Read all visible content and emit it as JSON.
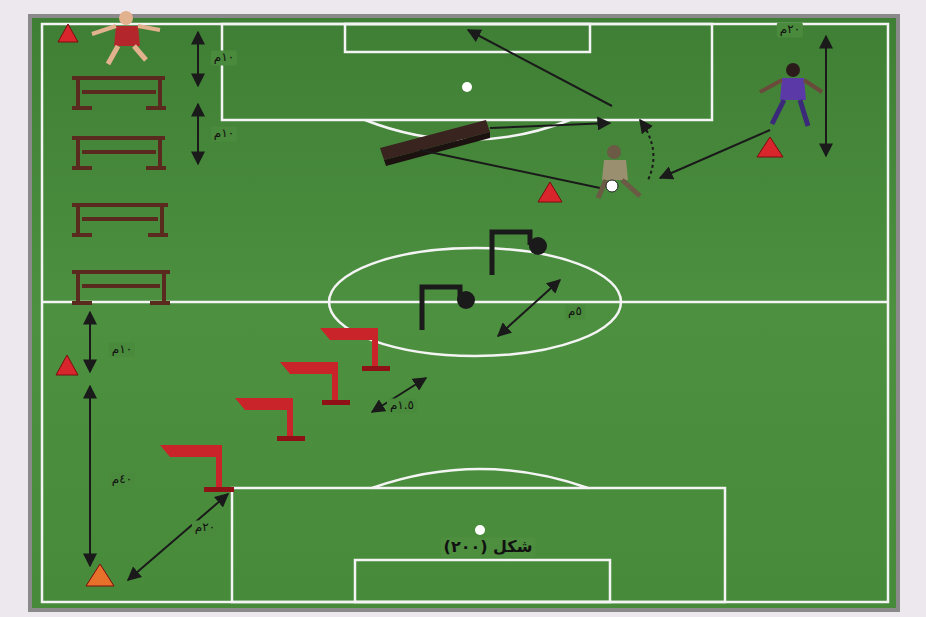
{
  "diagram": {
    "caption": "شكل (٢٠٠)",
    "labels": [
      "١٠م",
      "١٠م",
      "٢٠م",
      "٥م",
      "١٠م",
      "١.٥م",
      "٤٠م",
      "٢٠م"
    ]
  }
}
